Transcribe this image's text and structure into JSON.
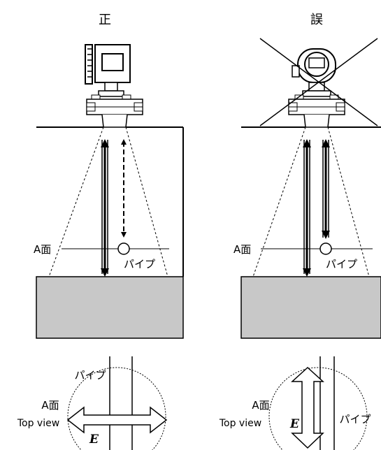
{
  "headings": {
    "correct": "正",
    "wrong": "誤"
  },
  "labels": {
    "plane": "A面",
    "pipe": "パイプ",
    "top_view": "Top view",
    "e_symbol": "E"
  },
  "colors": {
    "line": "#000000",
    "liquid": "#c8c8c8",
    "background": "#ffffff"
  }
}
